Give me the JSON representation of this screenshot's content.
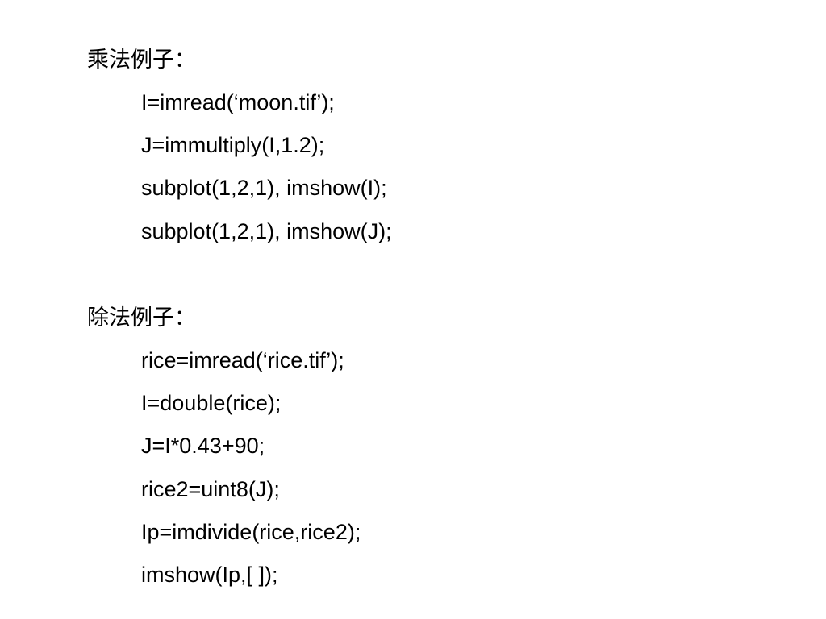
{
  "multiply_section": {
    "heading": "乘法例子：",
    "lines": [
      "I=imread(‘moon.tif’);",
      "J=immultiply(I,1.2);",
      "subplot(1,2,1), imshow(I);",
      "subplot(1,2,1), imshow(J);"
    ]
  },
  "divide_section": {
    "heading": "除法例子：",
    "lines": [
      "rice=imread(‘rice.tif’);",
      "I=double(rice);",
      "J=I*0.43+90;",
      "rice2=uint8(J);",
      "Ip=imdivide(rice,rice2);",
      "imshow(Ip,[ ]);"
    ]
  }
}
